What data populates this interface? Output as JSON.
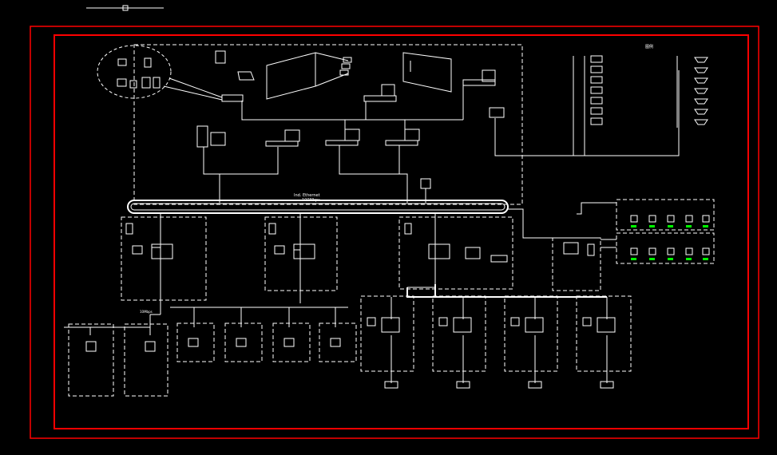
{
  "colors": {
    "background": "#000000",
    "frame": "#ff0000",
    "lines": "#ffffff",
    "status_green": "#00ff00"
  },
  "diagram": {
    "ring_labels": [
      "Ind. Ethernet",
      "100Mbps"
    ],
    "bus_labels": [
      "10Mbps"
    ],
    "legend_title": "图例"
  }
}
